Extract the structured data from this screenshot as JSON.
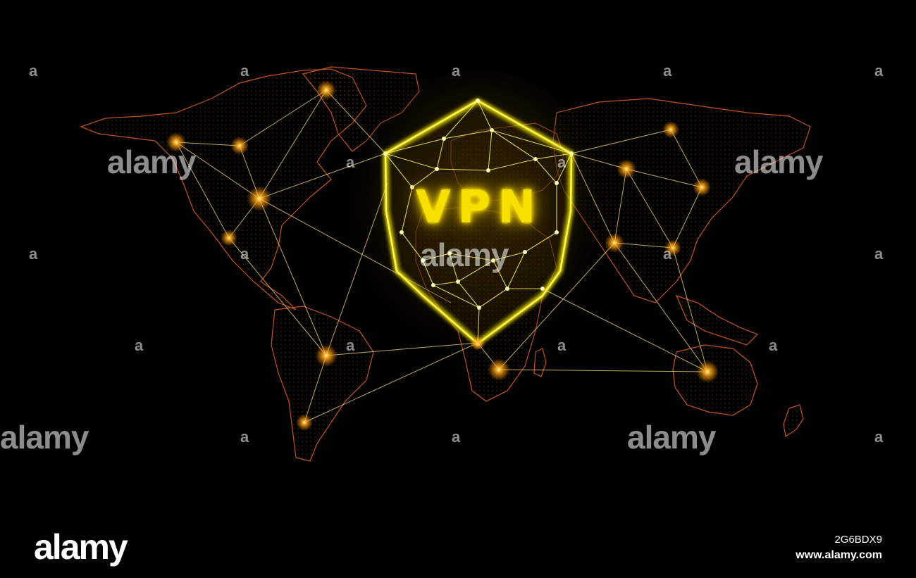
{
  "image": {
    "shield_text": "VPN",
    "colors": {
      "background": "#000000",
      "continent_outline": "#c2541c",
      "glow": "#ffd000",
      "node": "#ffb020",
      "shield": "#f7e000"
    }
  },
  "watermarks": {
    "word": "alamy",
    "small_mark": "a"
  },
  "footer": {
    "brand": "alamy",
    "image_id": "2G6BDX9",
    "site": "www.alamy.com"
  }
}
